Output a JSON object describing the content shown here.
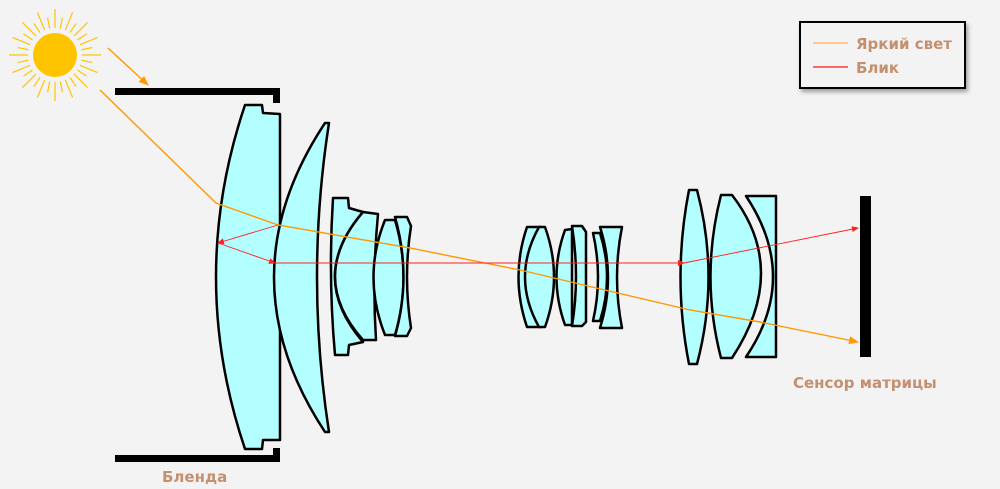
{
  "legend": {
    "items": [
      {
        "label": "Яркий свет",
        "color": "#ffa640"
      },
      {
        "label": "Блик",
        "color": "#ff3b3b"
      }
    ]
  },
  "labels": {
    "hood": "Бленда",
    "sensor": "Сенсор матрицы"
  },
  "colors": {
    "text": "#c4906f",
    "lens_fill": "#b3ffff",
    "sun": "#ffc400",
    "bright_ray": "#ff9800",
    "flare_ray": "#ff2020"
  },
  "elements": [
    "sun",
    "lens-hood",
    "lens-elements",
    "sensor",
    "bright-light-ray",
    "flare-ray"
  ]
}
